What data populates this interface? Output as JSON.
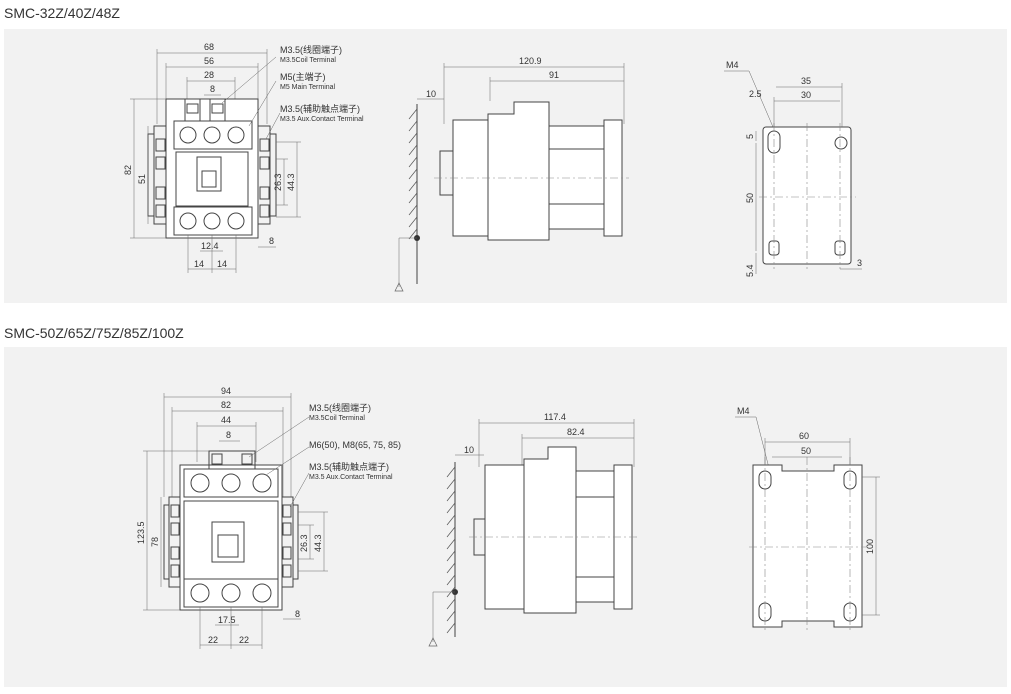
{
  "section1": {
    "title": "SMC-32Z/40Z/48Z",
    "front": {
      "dims": [
        "68",
        "56",
        "28",
        "8",
        "82",
        "51",
        "26.3",
        "44.3",
        "12.4",
        "14",
        "14",
        "8"
      ],
      "labels": [
        {
          "cn": "M3.5(线圈端子)",
          "en": "M3.5Coil Terminal"
        },
        {
          "cn": "M5(主端子)",
          "en": "M5 Main Terminal"
        },
        {
          "cn": "M3.5(辅助触点端子)",
          "en": "M3.5 Aux.Contact Terminal"
        }
      ]
    },
    "side": {
      "dims": [
        "120.9",
        "91",
        "10"
      ]
    },
    "mount": {
      "dims": [
        "M4",
        "35",
        "30",
        "2.5",
        "5",
        "50",
        "5.4",
        "3"
      ]
    }
  },
  "section2": {
    "title": "SMC-50Z/65Z/75Z/85Z/100Z",
    "front": {
      "dims": [
        "94",
        "82",
        "44",
        "8",
        "123.5",
        "78",
        "26.3",
        "44.3",
        "17.5",
        "22",
        "22",
        "8"
      ],
      "labels": [
        {
          "cn": "M3.5(线圈端子)",
          "en": "M3.5Coil Terminal"
        },
        {
          "cn": "M6(50), M8(65, 75, 85)",
          "en": ""
        },
        {
          "cn": "M3.5(辅助触点端子)",
          "en": "M3.5 Aux.Contact Terminal"
        }
      ]
    },
    "side": {
      "dims": [
        "117.4",
        "82.4",
        "10"
      ]
    },
    "mount": {
      "dims": [
        "M4",
        "60",
        "50",
        "100"
      ]
    }
  },
  "colors": {
    "panel": "#f2f2f2",
    "line": "#444444",
    "text": "#333333"
  }
}
